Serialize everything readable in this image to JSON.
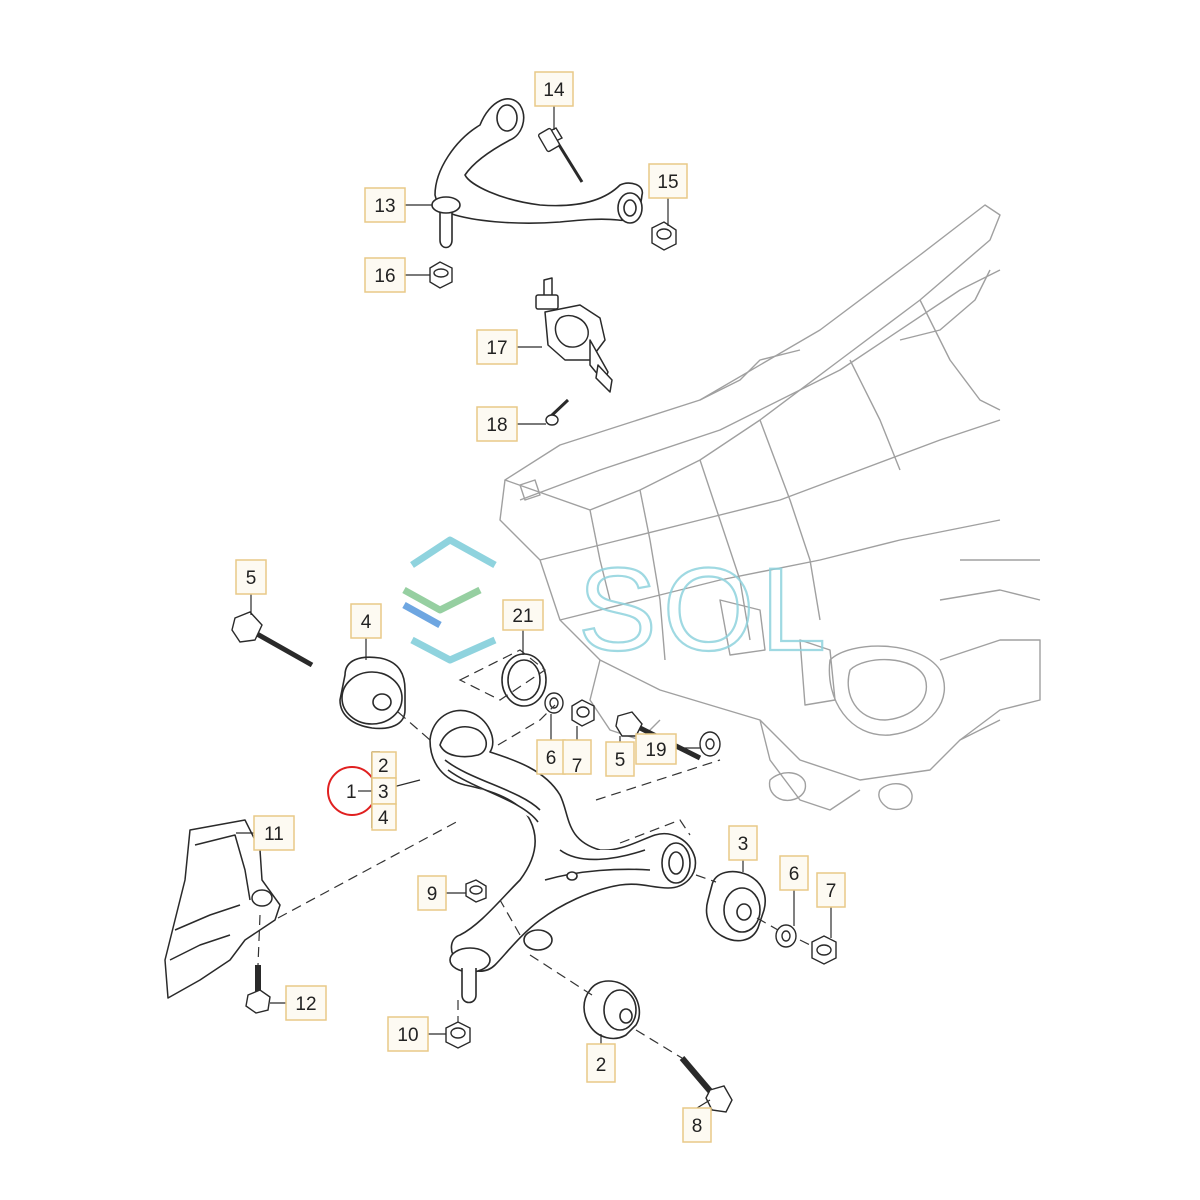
{
  "watermark": {
    "text": "SOL"
  },
  "callouts": {
    "c14": "14",
    "c15": "15",
    "c13": "13",
    "c16": "16",
    "c17": "17",
    "c18": "18",
    "c5a": "5",
    "c4": "4",
    "c21": "21",
    "c6a": "6",
    "c7a": "7",
    "c5b": "5",
    "c19": "19",
    "c11": "11",
    "c3": "3",
    "c6b": "6",
    "c7b": "7",
    "c9": "9",
    "c12": "12",
    "c10": "10",
    "c2": "2",
    "c8": "8"
  },
  "assembly": {
    "main": "1",
    "sub_a": "2",
    "sub_b": "3",
    "sub_c": "4"
  },
  "colors": {
    "line": "#2a2a2a",
    "frame_line": "#9a9a9a",
    "label_box_border": "#e8c987",
    "label_box_fill": "#fdfaf2",
    "highlight_circle": "#e02020",
    "watermark_teal": "#8fd3de",
    "watermark_blue": "#4a90d9",
    "watermark_green": "#7cc38a"
  }
}
